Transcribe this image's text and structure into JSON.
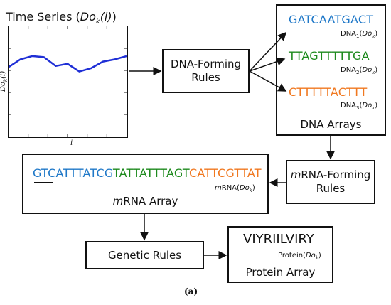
{
  "time_series": {
    "title_prefix": "Time Series (",
    "title_var": "Do",
    "title_sub": "k",
    "title_arg": "(i)",
    "title_suffix": ")",
    "ylabel": "Do",
    "ylabel_sub": "k",
    "ylabel_arg": "(i)",
    "xlabel": "i",
    "line_color": "#1f2fd6",
    "values": [
      0.63,
      0.7,
      0.73,
      0.72,
      0.64,
      0.66,
      0.59,
      0.62,
      0.68,
      0.7,
      0.73
    ]
  },
  "dna_forming": {
    "line1": "DNA-Forming",
    "line2": "Rules"
  },
  "dna_arrays": {
    "title": "DNA Arrays",
    "items": [
      {
        "sequence": "GATCAATGACT",
        "label": "DNA",
        "index": "1",
        "arg": "Do",
        "arg_sub": "k",
        "color": "#1f78c8"
      },
      {
        "sequence": "TTAGTTTTTGA",
        "label": "DNA",
        "index": "2",
        "arg": "Do",
        "arg_sub": "k",
        "color": "#1e8a1e"
      },
      {
        "sequence": "CTTTTTACTTT",
        "label": "DNA",
        "index": "3",
        "arg": "Do",
        "arg_sub": "k",
        "color": "#f07820"
      }
    ]
  },
  "mrna_forming": {
    "line1_italic": "m",
    "line1": "RNA-Forming",
    "line2": "Rules"
  },
  "mrna_array": {
    "sequence_chars": [
      "G",
      "T",
      "C",
      "A",
      "T",
      "T",
      "T",
      "A",
      "T",
      "C",
      "G",
      "T",
      "A",
      "T",
      "T",
      "A",
      "T",
      "T",
      "T",
      "A",
      "G",
      "T",
      "C",
      "A",
      "T",
      "T",
      "C",
      "G",
      "T",
      "T",
      "A",
      "T"
    ],
    "char_colors": [
      "#1f78c8",
      "#1f78c8",
      "#1f78c8",
      "#1f78c8",
      "#1f78c8",
      "#1f78c8",
      "#1f78c8",
      "#1f78c8",
      "#1f78c8",
      "#1f78c8",
      "#1f78c8",
      "#1e8a1e",
      "#1e8a1e",
      "#1e8a1e",
      "#1e8a1e",
      "#1e8a1e",
      "#1e8a1e",
      "#1e8a1e",
      "#1e8a1e",
      "#1e8a1e",
      "#1e8a1e",
      "#1e8a1e",
      "#f07820",
      "#f07820",
      "#f07820",
      "#f07820",
      "#f07820",
      "#f07820",
      "#f07820",
      "#f07820",
      "#f07820",
      "#f07820"
    ],
    "tag_italic": "m",
    "tag": "RNA(",
    "tag_arg": "Do",
    "tag_arg_sub": "k",
    "tag_suffix": ")",
    "title_italic": "m",
    "title": "RNA Array"
  },
  "genetic_rules": {
    "label": "Genetic Rules"
  },
  "protein_array": {
    "sequence": "VIYRIILVIRY",
    "tag": "Protein(",
    "tag_arg": "Do",
    "tag_arg_sub": "k",
    "tag_suffix": ")",
    "title": "Protein Array"
  },
  "caption": "(a)"
}
